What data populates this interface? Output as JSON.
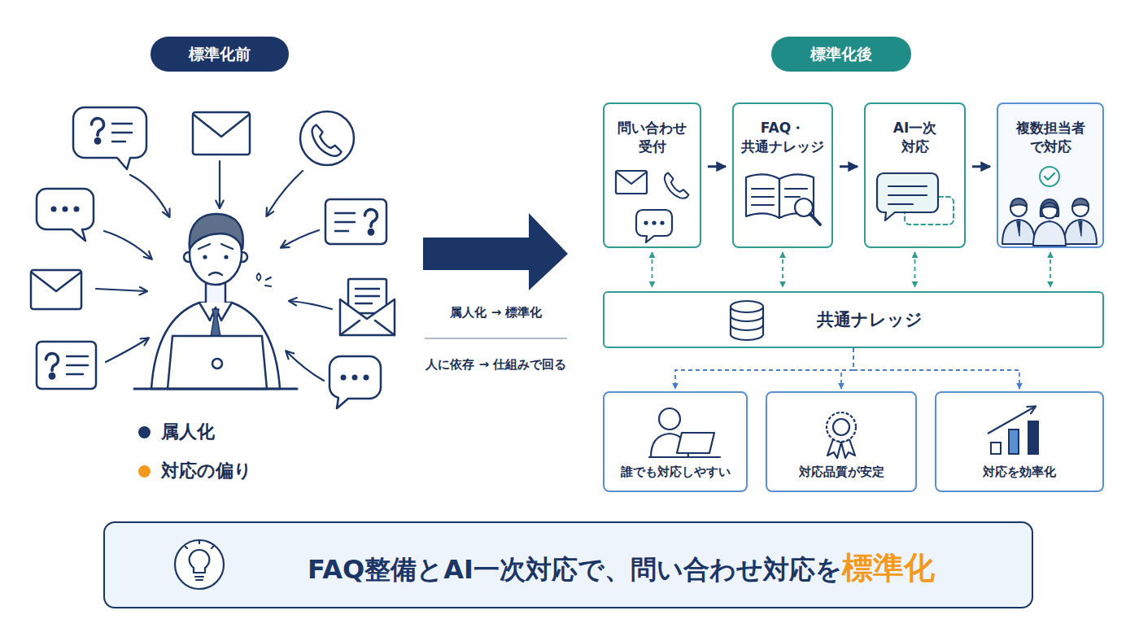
{
  "diagram": {
    "nodes": [
      {
        "text": [
          "標準化前"
        ]
      },
      {
        "text": [
          "標準化後"
        ]
      },
      {
        "text": [
          "問い合わせ 受付"
        ]
      },
      {
        "text": [
          "FAQ・ 共通ナレッジ"
        ]
      },
      {
        "text": [
          "AI一次 対応"
        ]
      },
      {
        "text": [
          "複数担当者 で対応"
        ]
      },
      {
        "text": [
          "共通ナレッジ"
        ]
      },
      {
        "text": [
          "誰でも対応しやすい"
        ]
      },
      {
        "text": [
          "対応品質が安定"
        ]
      },
      {
        "text": [
          "対応を効率化"
        ]
      },
      {
        "text": [
          "FAQ整備とAI一次対応で、問い合わせ対応を",
          "標準化"
        ]
      }
    ],
    "edges": [
      {
        "from": 2,
        "to": 3,
        "arrow": "to"
      },
      {
        "from": 3,
        "to": 4,
        "arrow": "to"
      },
      {
        "from": 4,
        "to": 5,
        "arrow": "to"
      },
      {
        "from": 2,
        "to": 6,
        "arrow": "both"
      },
      {
        "from": 3,
        "to": 6,
        "arrow": "both"
      },
      {
        "from": 4,
        "to": 6,
        "arrow": "both"
      },
      {
        "from": 5,
        "to": 6,
        "arrow": "both"
      },
      {
        "from": 6,
        "to": 7,
        "arrow": "to"
      },
      {
        "from": 6,
        "to": 8,
        "arrow": "to"
      },
      {
        "from": 6,
        "to": 9,
        "arrow": "to"
      }
    ],
    "labels": [
      "属人化 → 標準化",
      "人に依存 → 仕組みで回る"
    ],
    "legend": [
      {
        "text": "属人化",
        "color": "#1b3566"
      },
      {
        "text": "対応の偏り",
        "color": "#f39a1e"
      }
    ]
  }
}
